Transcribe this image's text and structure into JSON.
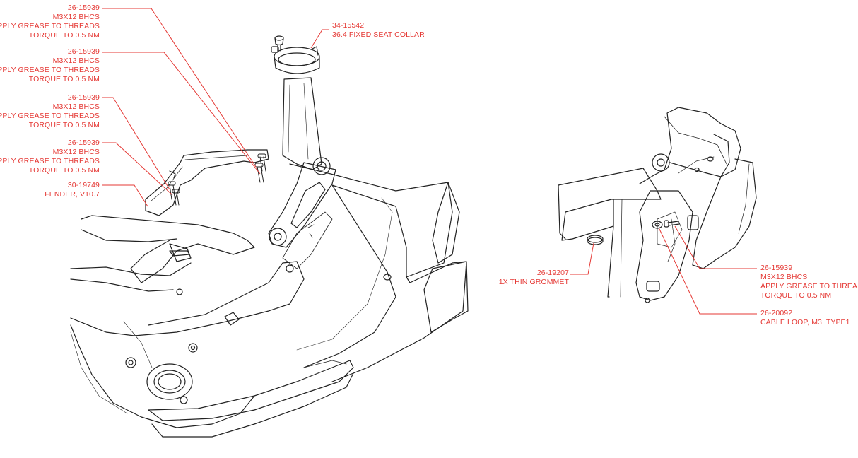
{
  "accent_color": "#e53935",
  "line_color": "#222222",
  "callouts": {
    "screw_1": {
      "part_no": "26-15939",
      "desc": "M3X12 BHCS",
      "note1": "APPLY GREASE TO THREADS",
      "note2": "TORQUE TO 0.5 NM"
    },
    "screw_2": {
      "part_no": "26-15939",
      "desc": "M3X12 BHCS",
      "note1": "APPLY GREASE TO THREADS",
      "note2": "TORQUE TO 0.5 NM"
    },
    "screw_3": {
      "part_no": "26-15939",
      "desc": "M3X12 BHCS",
      "note1": "APPLY GREASE TO THREADS",
      "note2": "TORQUE TO 0.5 NM"
    },
    "screw_4": {
      "part_no": "26-15939",
      "desc": "M3X12 BHCS",
      "note1": "APPLY GREASE TO THREADS",
      "note2": "TORQUE TO 0.5 NM"
    },
    "fender": {
      "part_no": "30-19749",
      "desc": "FENDER, V10.7"
    },
    "seat_collar": {
      "part_no": "34-15542",
      "desc": "36.4 FIXED SEAT COLLAR"
    },
    "grommet": {
      "part_no": "26-19207",
      "desc": "1X THIN GROMMET"
    },
    "screw_5": {
      "part_no": "26-15939",
      "desc": "M3X12 BHCS",
      "note1": "APPLY GREASE TO THREADS",
      "note2": "TORQUE TO 0.5 NM"
    },
    "cable_loop": {
      "part_no": "26-20092",
      "desc": "CABLE LOOP, M3, TYPE1"
    }
  }
}
